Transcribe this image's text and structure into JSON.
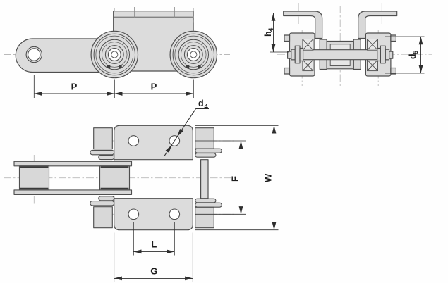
{
  "labels": {
    "pitch_left": "P",
    "pitch_right": "P",
    "hole_diameter": {
      "base": "d",
      "sub": "4"
    },
    "attachment_height": {
      "base": "h",
      "sub": "4"
    },
    "roller_diameter": {
      "base": "d",
      "sub": "5"
    },
    "inner_width": "F",
    "overall_width": "W",
    "hole_spacing": "L",
    "attachment_length": "G"
  },
  "colors": {
    "part_fill": "#d8d8d8",
    "part_fill_light": "#e7e7e7",
    "line": "#4e4e4e",
    "centerline": "#b9b9b9",
    "dimension": "#2e2e2e",
    "background": "#fefefe"
  }
}
